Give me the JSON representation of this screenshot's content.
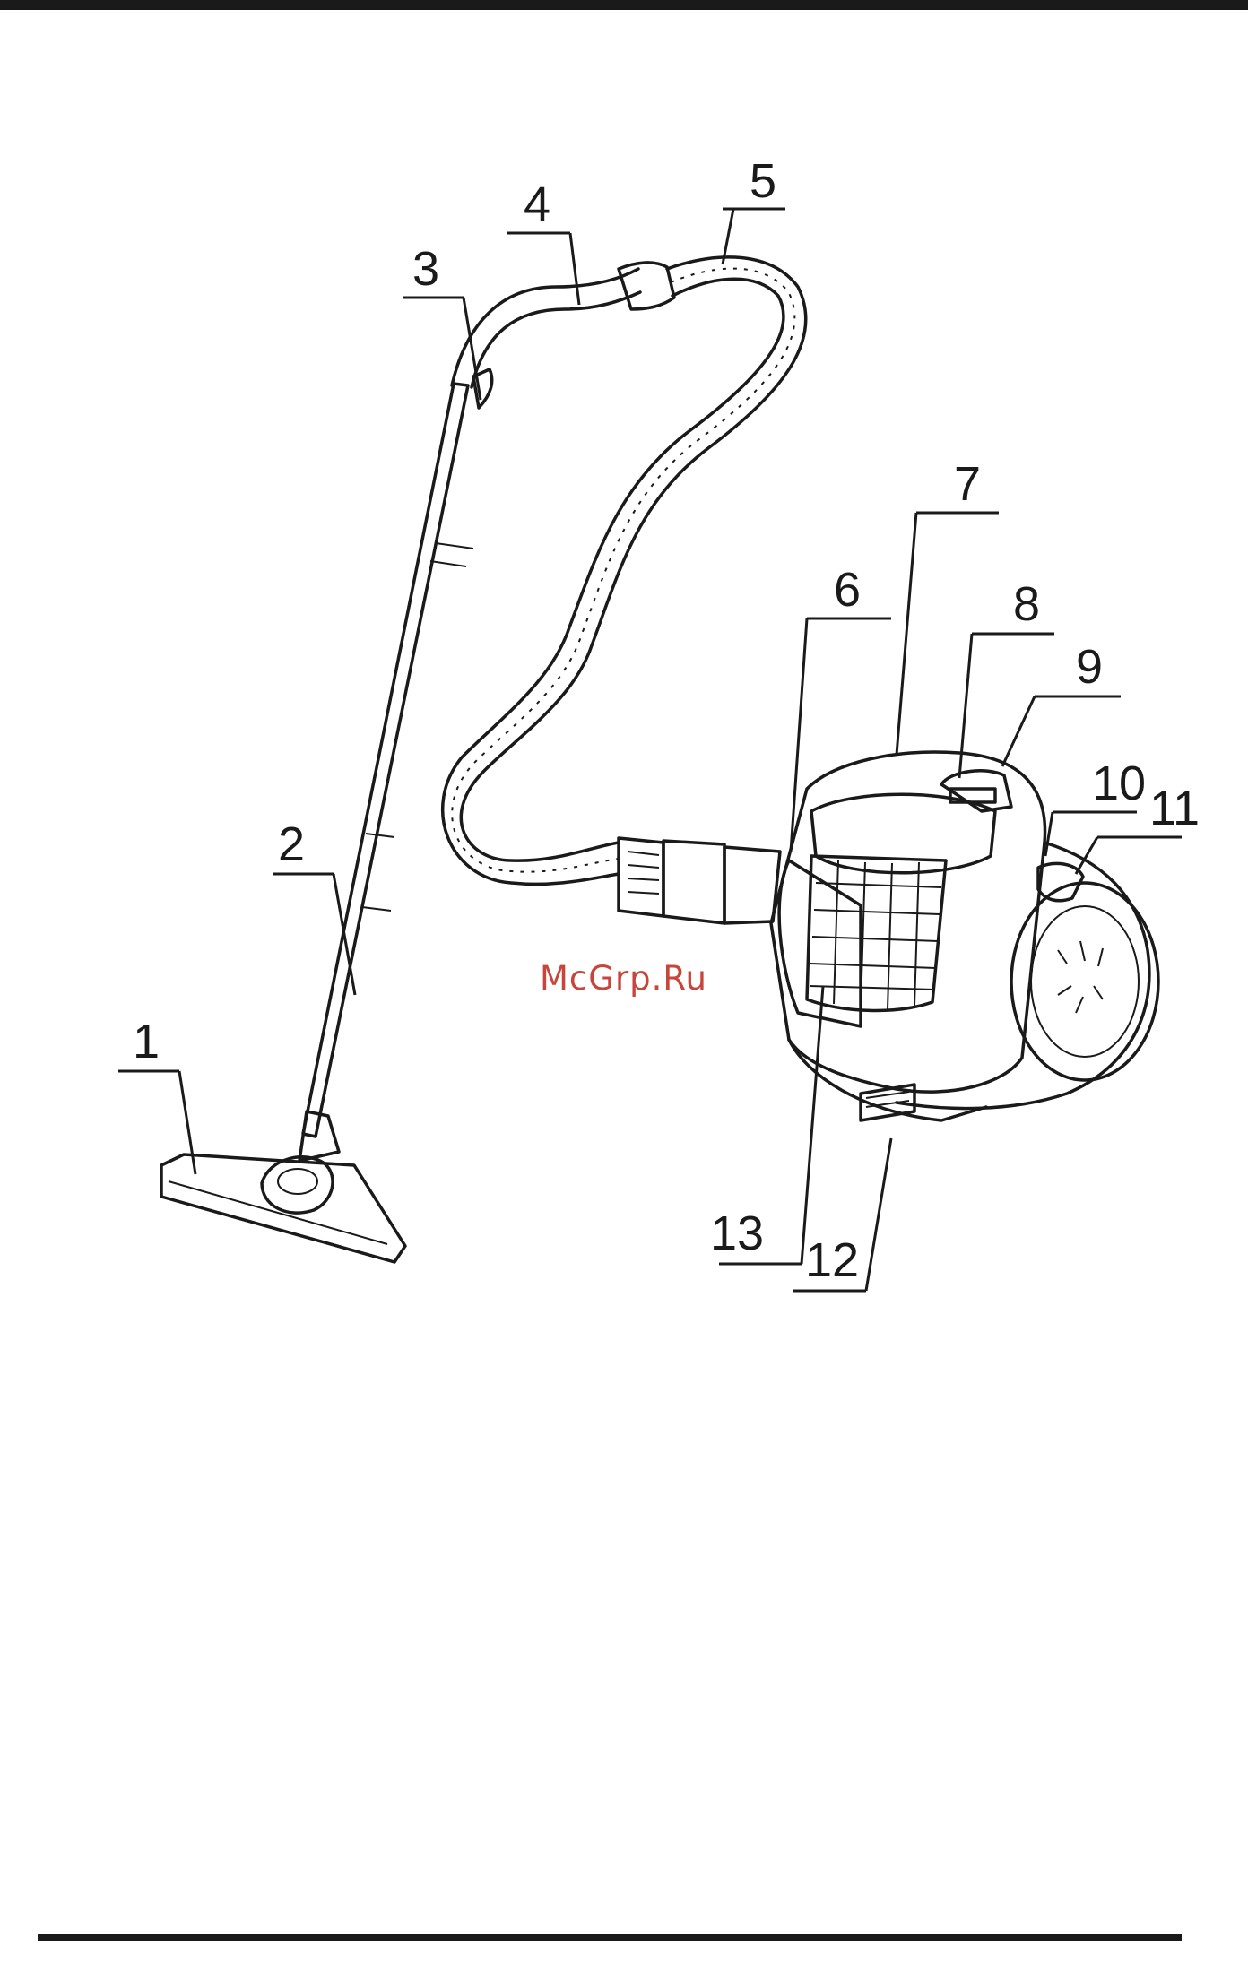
{
  "callouts": [
    {
      "n": "1",
      "label": "1"
    },
    {
      "n": "2",
      "label": "2"
    },
    {
      "n": "3",
      "label": "3"
    },
    {
      "n": "4",
      "label": "4"
    },
    {
      "n": "5",
      "label": "5"
    },
    {
      "n": "6",
      "label": "6"
    },
    {
      "n": "7",
      "label": "7"
    },
    {
      "n": "8",
      "label": "8"
    },
    {
      "n": "9",
      "label": "9"
    },
    {
      "n": "10",
      "label": "10"
    },
    {
      "n": "11",
      "label": "11"
    },
    {
      "n": "12",
      "label": "12"
    },
    {
      "n": "13",
      "label": "13"
    }
  ],
  "watermark": "McGrp.Ru"
}
